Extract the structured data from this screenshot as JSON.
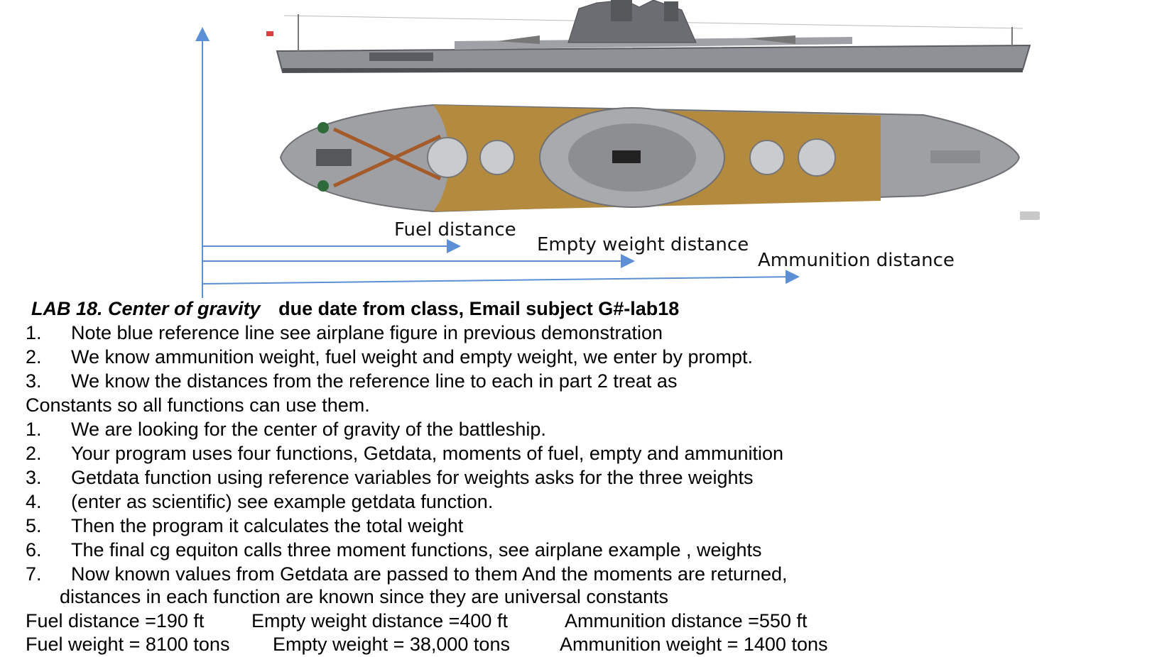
{
  "figure": {
    "labels": {
      "fuel": "Fuel distance",
      "empty": "Empty weight distance",
      "ammo": "Ammunition distance"
    },
    "colors": {
      "reference_line": "#5b8fd6",
      "deck": "#b48a3f",
      "hull_gray": "#8f9196",
      "hull_dark": "#5a5c61"
    }
  },
  "lab": {
    "title_italic": "LAB 18. Center of gravity",
    "title_rest": "due date from class, Email subject G#-lab18"
  },
  "list1": [
    {
      "num": "1.",
      "text": "Note blue reference line see airplane figure in previous demonstration"
    },
    {
      "num": "2.",
      "text": "We know ammunition weight, fuel weight and empty weight, we enter by prompt."
    },
    {
      "num": "3.",
      "text": "We know the distances from the reference line to each in part 2 treat as"
    }
  ],
  "constants_line": "Constants so all functions can use them.",
  "list2": [
    {
      "num": "1.",
      "text": "We are looking for the center of gravity of the battleship."
    },
    {
      "num": "2.",
      "text": "Your program uses four functions, Getdata, moments of fuel, empty and ammunition"
    },
    {
      "num": "3.",
      "text": " Getdata function using reference variables for weights asks for the three weights"
    },
    {
      "num": "4.",
      "text": " (enter as scientific) see example getdata function."
    },
    {
      "num": "5.",
      "text": "Then the program it calculates the total weight"
    },
    {
      "num": "6.",
      "text": "The final cg equiton calls three moment functions, see airplane example , weights"
    },
    {
      "num": "7.",
      "text": "Now known values from Getdata are passed to them And the moments are returned,"
    }
  ],
  "continuation": "distances in  each function  are known since they are  universal constants",
  "distances": {
    "fuel": "Fuel distance =190 ft",
    "empty": "Empty weight distance =400 ft",
    "ammo": "Ammunition distance =550 ft"
  },
  "weights": {
    "fuel": "Fuel weight =   8100 tons",
    "empty": "Empty weight =  38,000 tons",
    "ammo": "Ammunition weight = 1400 tons"
  }
}
